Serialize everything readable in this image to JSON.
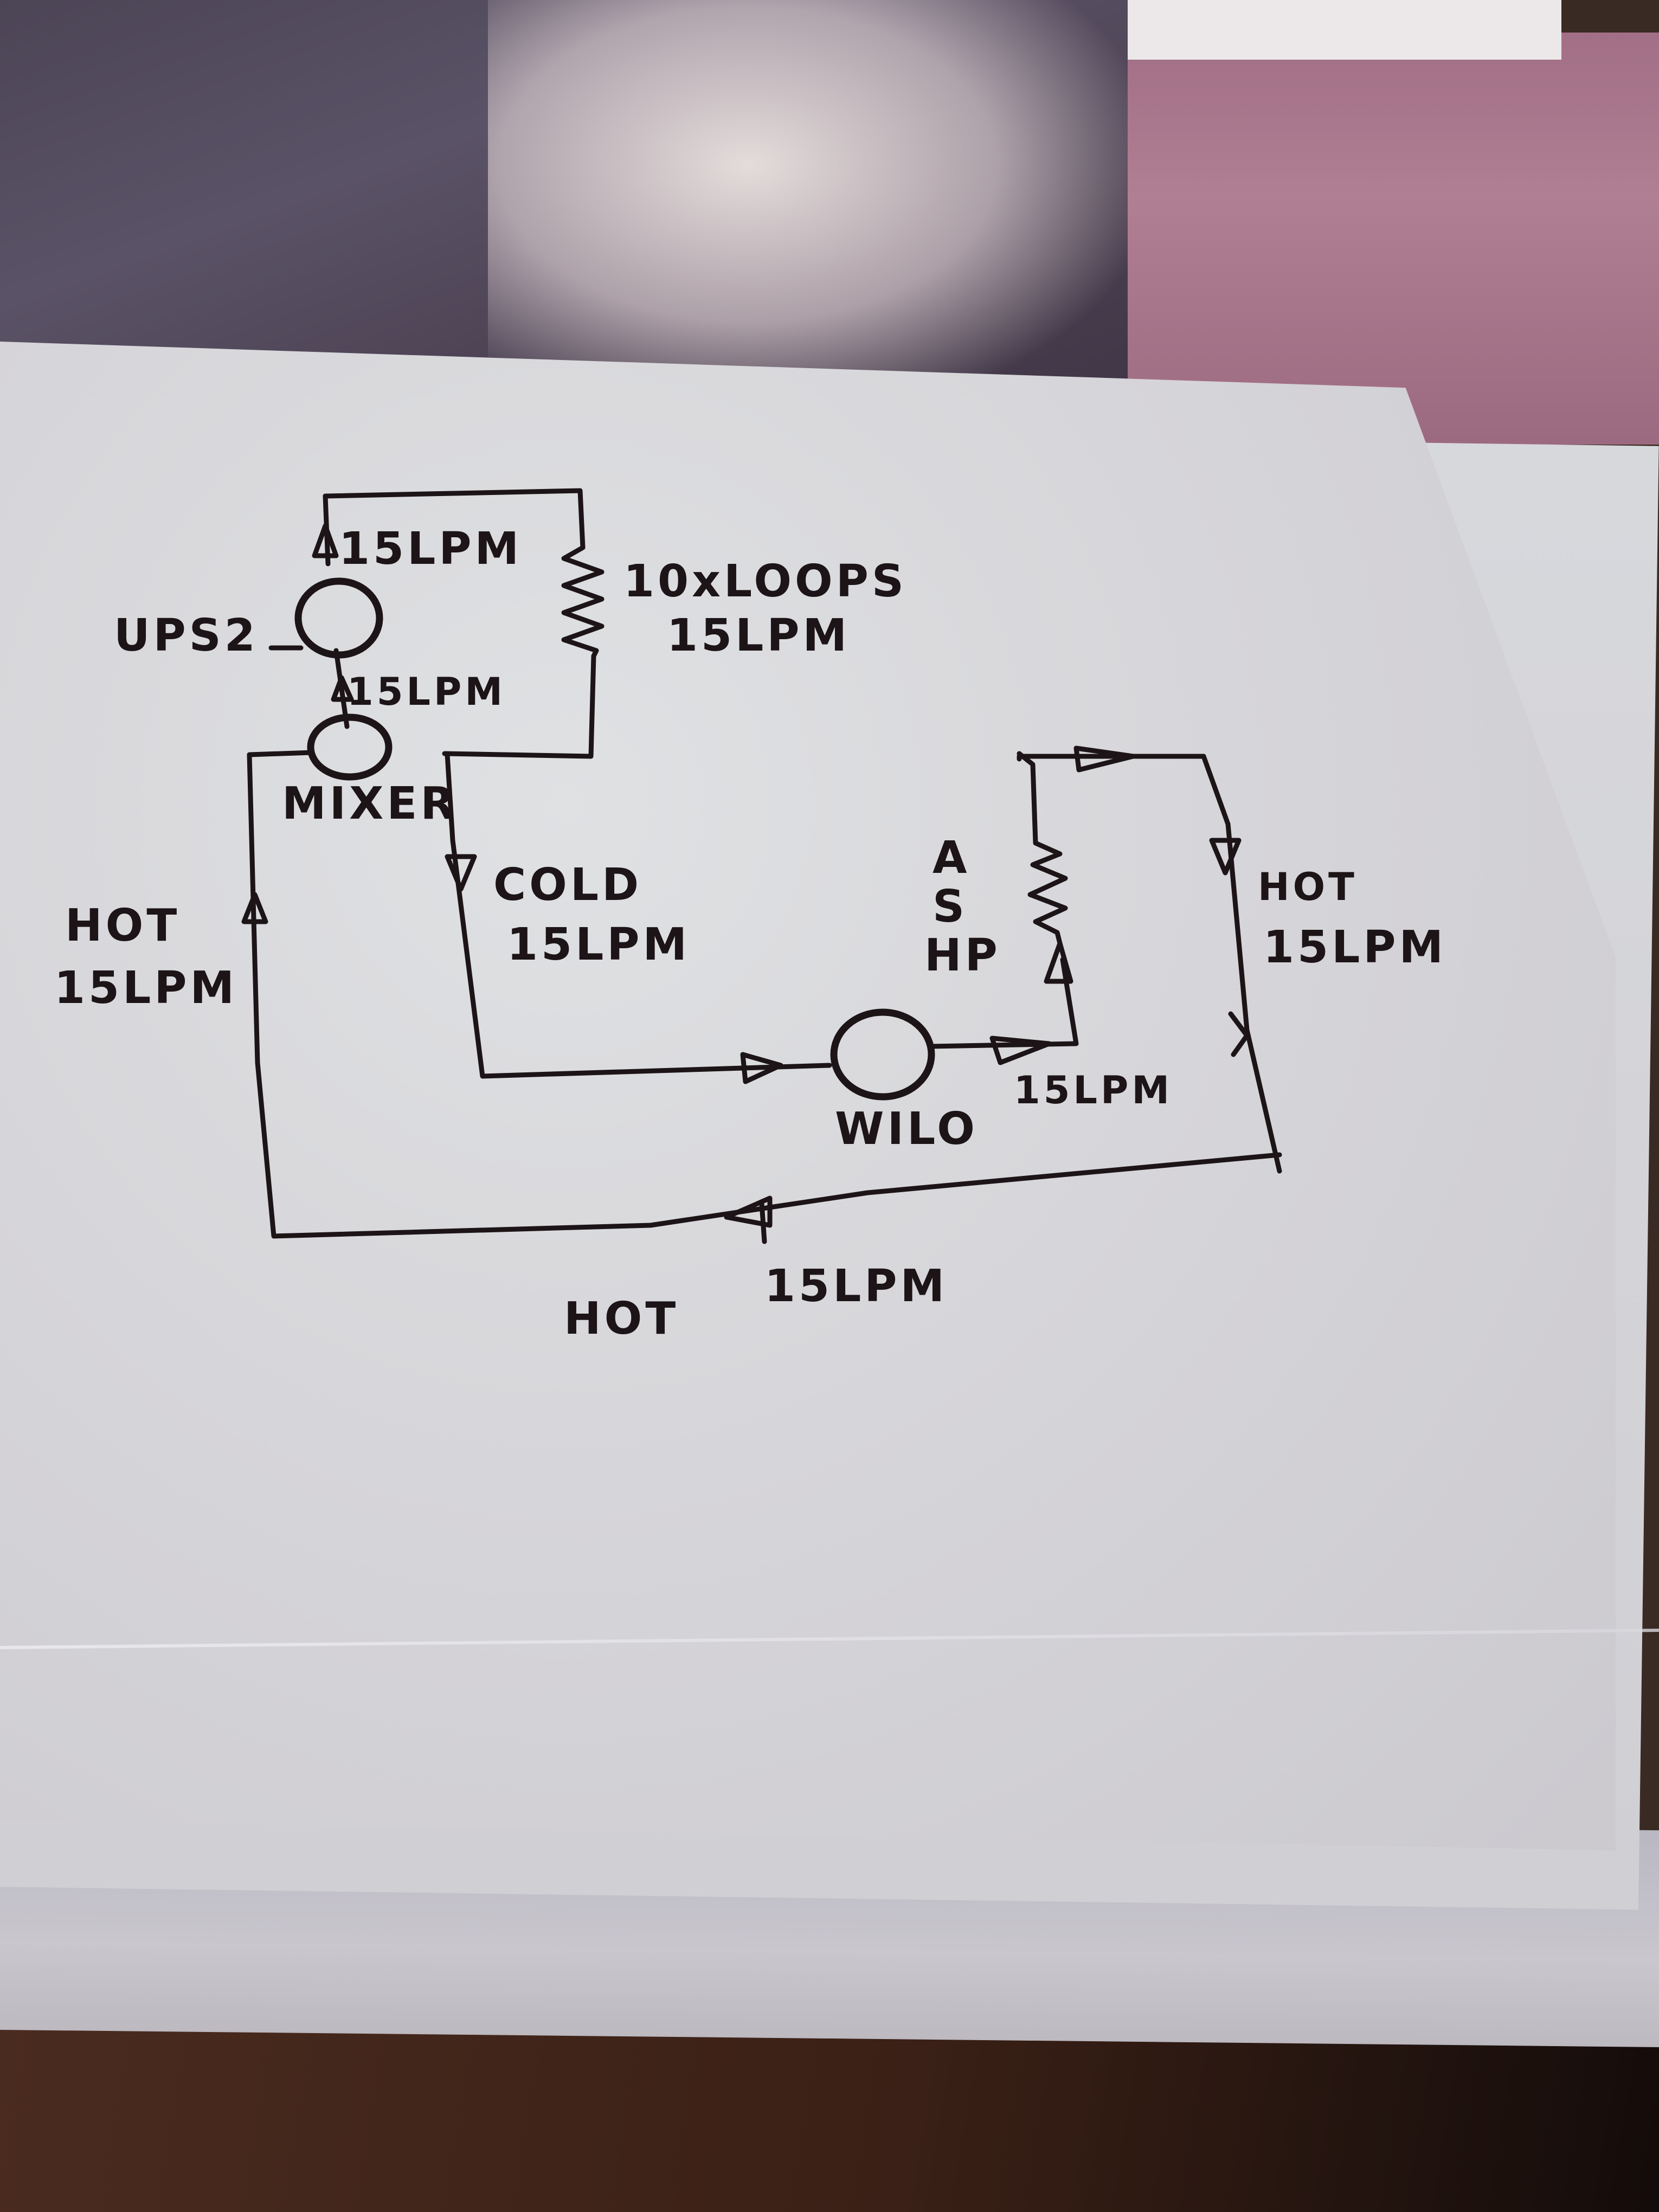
{
  "diagram": {
    "type": "hand-drawn heating circuit schematic",
    "medium": "pen on paper (photo)",
    "ink_color": "#1c1416",
    "paper_color": "#d6d5d9",
    "components": {
      "pump_upper": {
        "label": "UPS2"
      },
      "mixer": {
        "label": "MIXER"
      },
      "pump_lower": {
        "label": "WILO"
      },
      "coil_loops": {
        "label_line1": "10xLOOPS",
        "label_line2": "15LPM"
      },
      "coil_ashp": {
        "label_line1": "A",
        "label_line2": "S",
        "label_line3": "HP"
      }
    },
    "flow_labels": {
      "above_ups2": "15LPM",
      "below_ups2": "15LPM",
      "cold_line1": "COLD",
      "cold_line2": "15LPM",
      "hot_left_line1": "HOT",
      "hot_left_line2": "15LPM",
      "after_wilo": "15LPM",
      "hot_right_line1": "HOT",
      "hot_right_line2": "15LPM",
      "hot_bottom_word": "HOT",
      "hot_bottom_rate": "15LPM"
    }
  }
}
